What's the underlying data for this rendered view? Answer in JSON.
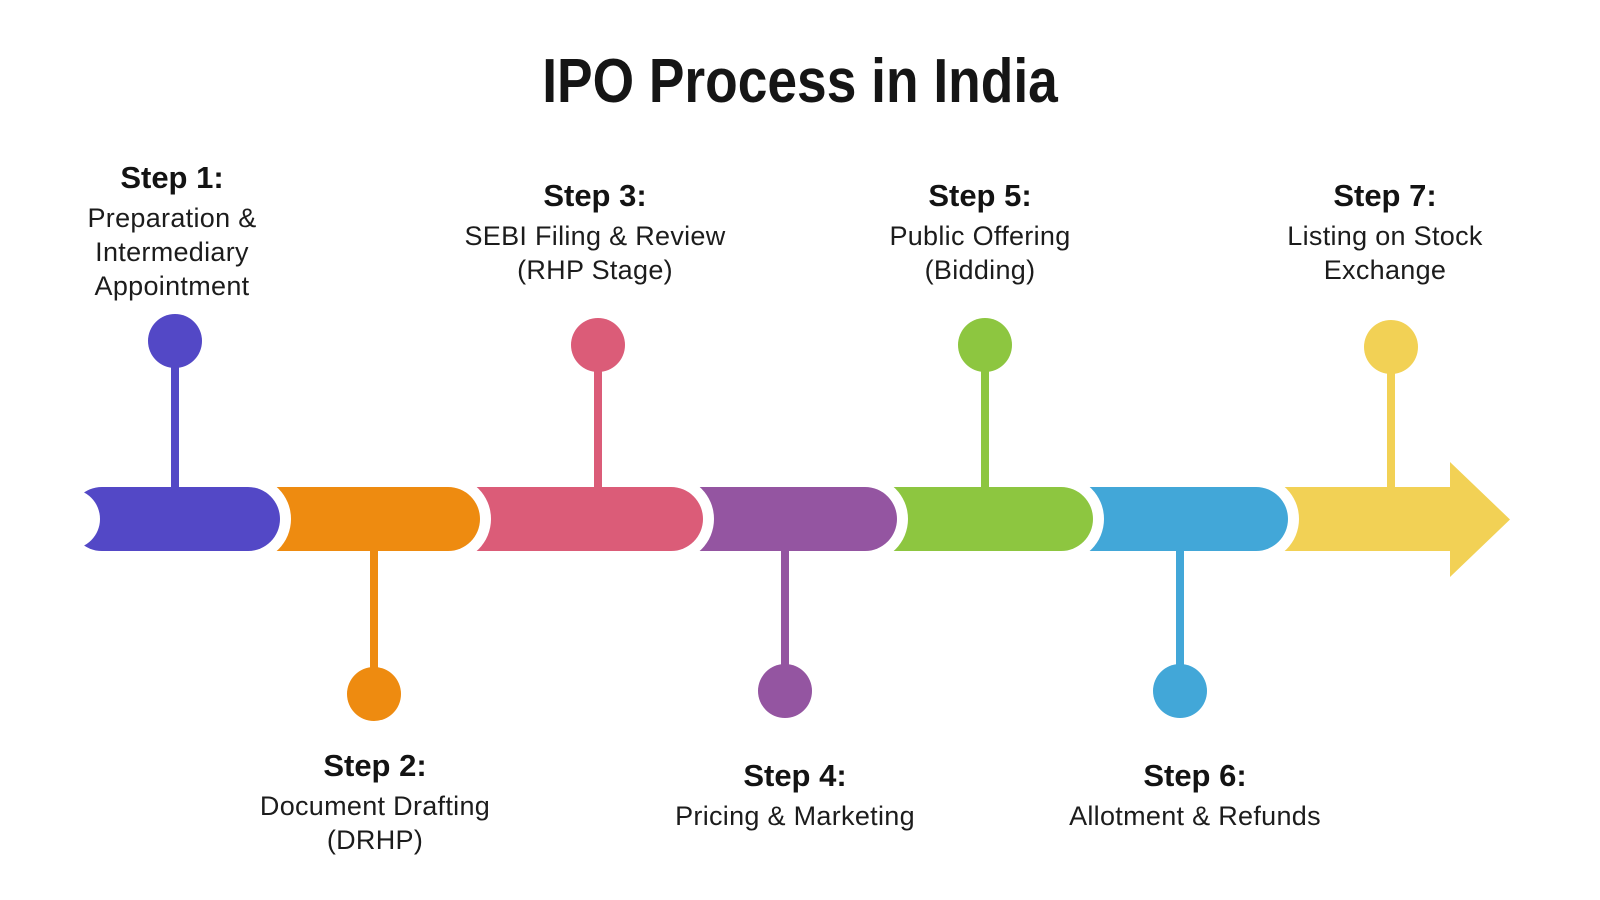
{
  "title": "IPO Process in India",
  "colors": {
    "step1_indigo": "#5348C6",
    "step2_orange": "#EE8B10",
    "step3_pink": "#DB5C78",
    "step4_purple": "#9455A1",
    "step5_green": "#8DC640",
    "step6_blue": "#42A7D8",
    "step7_yellow": "#F2D155",
    "text": "#161616",
    "background": "#FFFFFF"
  },
  "steps": [
    {
      "label": "Step 1:",
      "lines": [
        "Preparation &",
        "Intermediary",
        "Appointment"
      ],
      "description": "Preparation & Intermediary Appointment",
      "color": "#5348C6",
      "side": "top"
    },
    {
      "label": "Step 2:",
      "lines": [
        "Document Drafting",
        "(DRHP)"
      ],
      "description": "Document Drafting (DRHP)",
      "color": "#EE8B10",
      "side": "bottom"
    },
    {
      "label": "Step 3:",
      "lines": [
        "SEBI Filing & Review",
        "(RHP Stage)"
      ],
      "description": "SEBI Filing & Review (RHP Stage)",
      "color": "#DB5C78",
      "side": "top"
    },
    {
      "label": "Step 4:",
      "lines": [
        "Pricing & Marketing"
      ],
      "description": "Pricing & Marketing",
      "color": "#9455A1",
      "side": "bottom"
    },
    {
      "label": "Step 5:",
      "lines": [
        "Public Offering",
        "(Bidding)"
      ],
      "description": "Public Offering (Bidding)",
      "color": "#8DC640",
      "side": "top"
    },
    {
      "label": "Step 6:",
      "lines": [
        "Allotment & Refunds"
      ],
      "description": "Allotment & Refunds",
      "color": "#42A7D8",
      "side": "bottom"
    },
    {
      "label": "Step 7:",
      "lines": [
        "Listing on Stock",
        "Exchange"
      ],
      "description": "Listing on Stock Exchange",
      "color": "#F2D155",
      "side": "top"
    }
  ]
}
